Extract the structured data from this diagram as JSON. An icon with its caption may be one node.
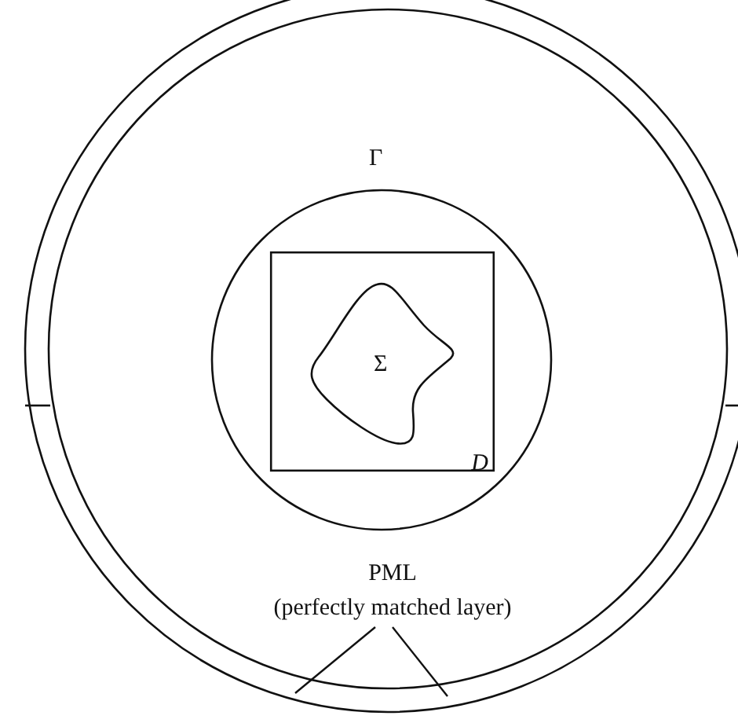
{
  "diagram": {
    "nodes": [
      {
        "text": [
          "Γ"
        ]
      },
      {
        "text": [
          "D"
        ],
        "in": 0
      },
      {
        "text": [
          "Σ"
        ],
        "in": 1
      },
      {
        "text": [
          "PML",
          "(perfectly matched layer)"
        ]
      }
    ],
    "edges": [
      {
        "from": 3,
        "to": null,
        "arrow": "none"
      },
      {
        "from": 3,
        "to": null,
        "arrow": "none"
      }
    ]
  }
}
